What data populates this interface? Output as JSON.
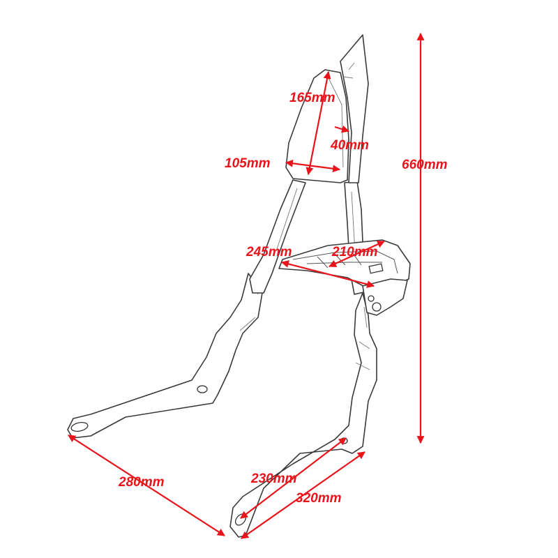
{
  "colors": {
    "dimension": "#e8141c",
    "outline": "#3a3a3a",
    "background": "#ffffff"
  },
  "dimensions": {
    "pad_height": "165mm",
    "pad_thickness": "40mm",
    "pad_width": "105mm",
    "total_height": "660mm",
    "rack_depth": "245mm",
    "rack_width": "210mm",
    "left_strut": "280mm",
    "slot_spacing": "230mm",
    "right_strut": "320mm"
  }
}
